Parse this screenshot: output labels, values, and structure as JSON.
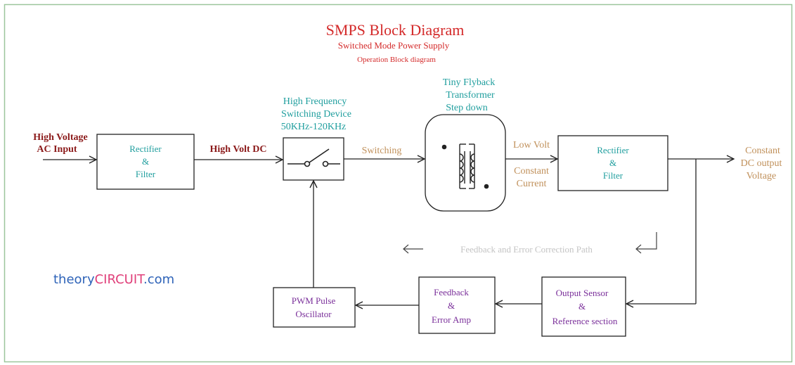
{
  "title": "SMPS Block Diagram",
  "subtitle": "Switched Mode Power Supply",
  "subtitle2": "Operation Block diagram",
  "input": {
    "line1": "High Voltage",
    "line2": "AC Input"
  },
  "rectifier1": {
    "line1": "Rectifier",
    "line2": "&",
    "line3": "Filter"
  },
  "high_volt_dc": "High Volt DC",
  "switching_device": {
    "line1": "High Frequency",
    "line2": "Switching Device",
    "line3": "50KHz-120KHz"
  },
  "switching_label": "Switching",
  "transformer": {
    "line1": "Tiny Flyback",
    "line2": "Transformer",
    "line3": "Step down"
  },
  "low_volt": "Low Volt",
  "constant_current": {
    "line1": "Constant",
    "line2": "Current"
  },
  "rectifier2": {
    "line1": "Rectifier",
    "line2": "&",
    "line3": "Filter"
  },
  "output": {
    "line1": "Constant",
    "line2": "DC output",
    "line3": "Voltage"
  },
  "feedback_path": "Feedback and Error Correction Path",
  "output_sensor": {
    "line1": "Output Sensor",
    "line2": "&",
    "line3": "Reference section"
  },
  "feedback_amp": {
    "line1": "Feedback",
    "line2": "&",
    "line3": "Error Amp"
  },
  "pwm": {
    "line1": "PWM Pulse",
    "line2": "Oscillator"
  },
  "watermark": {
    "part1": "theory",
    "part2": "CIRCUIT",
    "part3": ".com"
  },
  "colors": {
    "title": "#d42a2a",
    "input": "#8b1a1a",
    "block_teal": "#1f9e9e",
    "annotation": "#c0905a",
    "purple": "#7a2f9a",
    "gray": "#c4c4c4",
    "watermark_blue": "#2e63b8",
    "watermark_pink": "#e0407a",
    "frame": "#9cc69c"
  }
}
